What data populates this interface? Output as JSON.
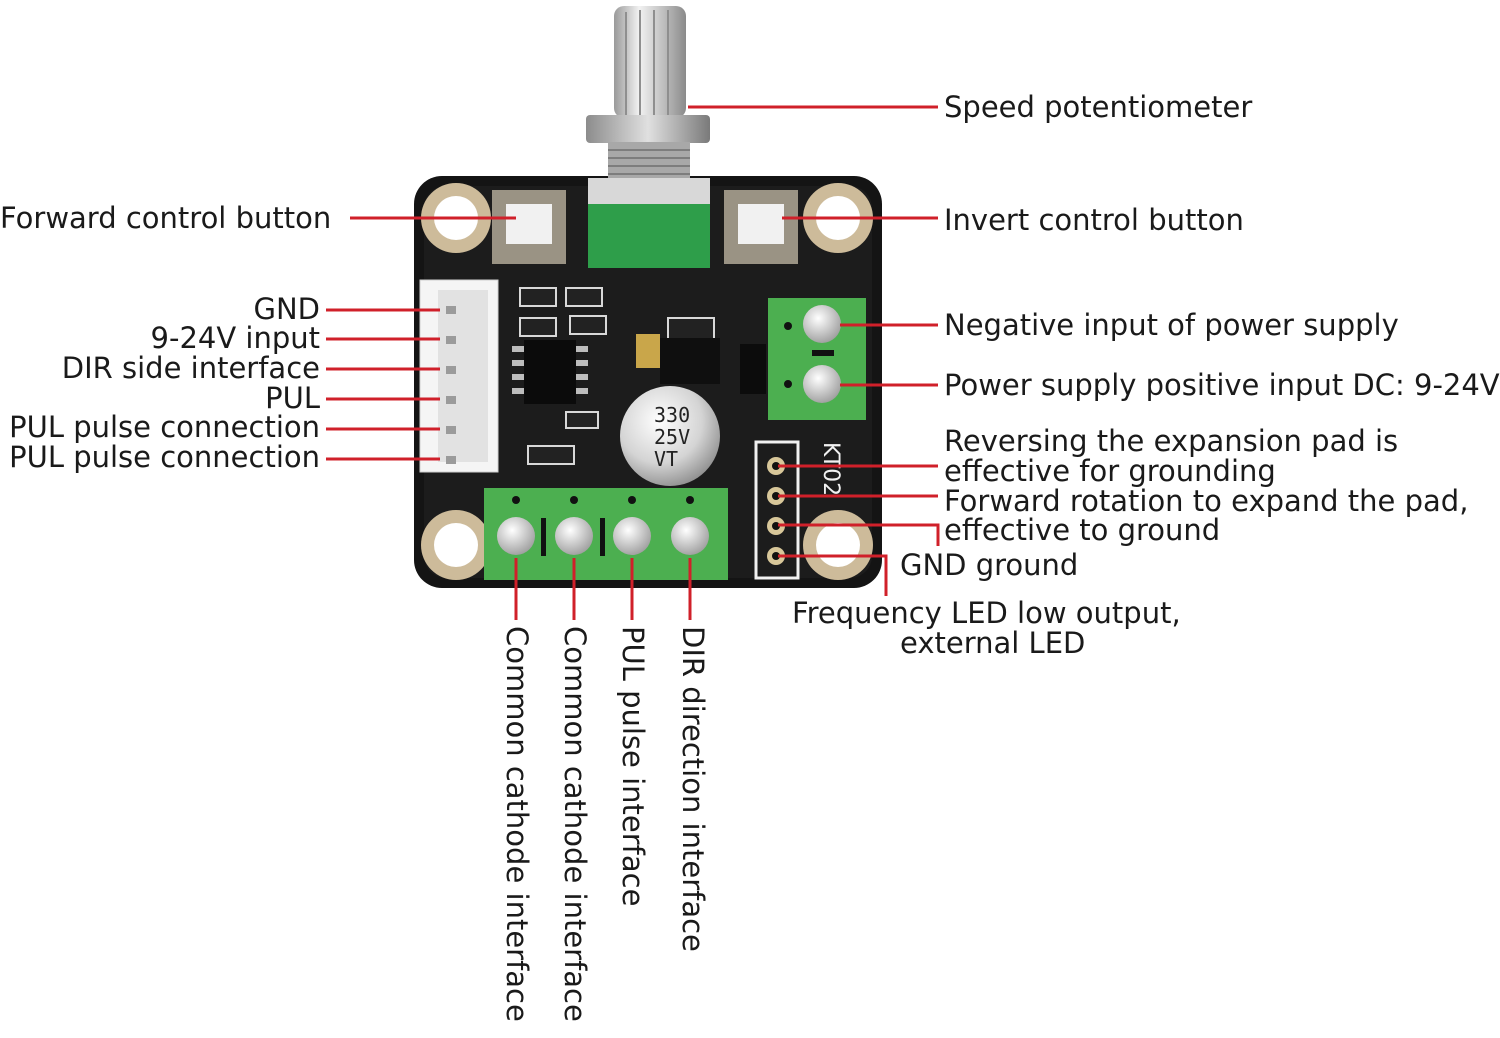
{
  "labels": {
    "speed_potentiometer": "Speed potentiometer",
    "forward_button": "Forward control button",
    "invert_button": "Invert control button",
    "gnd": "GND",
    "input_9_24v": "9-24V input",
    "dir_side_interface": "DIR side interface",
    "pul": "PUL",
    "pul_pulse_1": "PUL pulse connection",
    "pul_pulse_2": "PUL pulse connection",
    "negative_input": "Negative input of power supply",
    "positive_input": "Power supply positive input DC: 9-24V",
    "reversing_pad_1": "Reversing the expansion pad is",
    "reversing_pad_2": "effective for grounding",
    "forward_pad_1": "Forward rotation to expand the pad,",
    "forward_pad_2": "effective to ground",
    "gnd_ground": "GND ground",
    "freq_led_1": "Frequency LED low output,",
    "freq_led_2": "external LED",
    "common_cathode_1": "Common cathode interface",
    "common_cathode_2": "Common cathode interface",
    "pul_pulse_interface": "PUL pulse interface",
    "dir_direction_interface": "DIR direction interface"
  },
  "board": {
    "silkscreen": "KT02",
    "capacitor_line1": "330",
    "capacitor_line2": "25V",
    "capacitor_line3": "VT"
  },
  "colors": {
    "leader": "#d0202a",
    "pcb": "#141414",
    "terminal_green": "#4caf50",
    "pot_green": "#2e9e4a"
  }
}
